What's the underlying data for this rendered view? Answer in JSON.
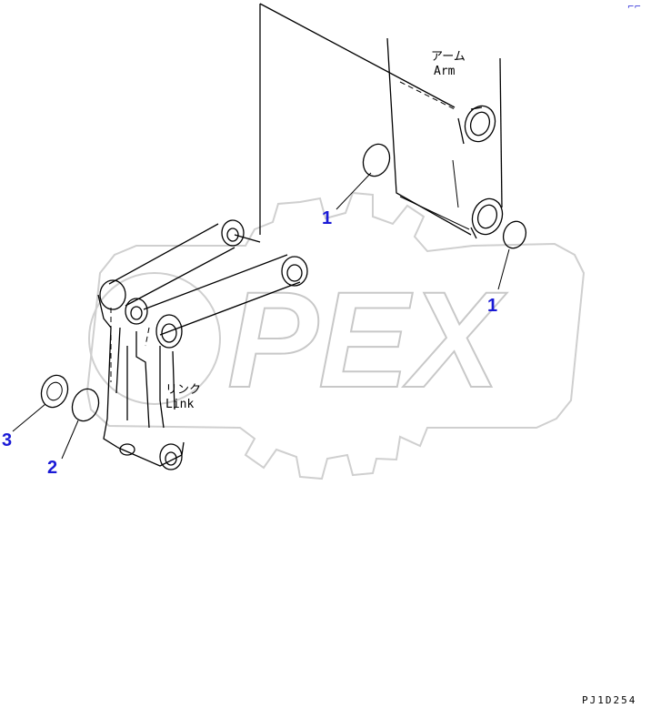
{
  "watermark": {
    "text": "PEX"
  },
  "labels": {
    "arm_ja": "アーム",
    "arm_en": "Arm",
    "link_ja": "リンク",
    "link_en": "Link"
  },
  "callouts": {
    "c1a": "1",
    "c1b": "1",
    "c2": "2",
    "c3": "3"
  },
  "corner_mark": "⌐⌐",
  "drawing_code": "PJ1D254",
  "colors": {
    "callout": "#1a1ad6",
    "watermark": "#c8c8c8",
    "line": "#000000"
  }
}
